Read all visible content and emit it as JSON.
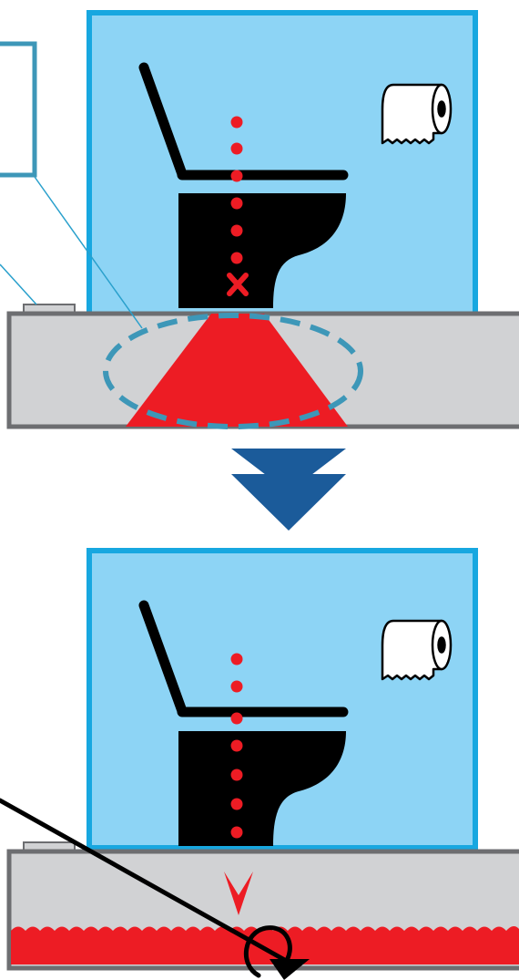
{
  "callout": {
    "lines": [
      "",
      "",
      ""
    ]
  },
  "colors": {
    "room": "#8dd4f5",
    "room_border": "#17a7e0",
    "floor": "#d1d2d4",
    "floor_border": "#6d6e71",
    "blockage": "#ed1c24",
    "arrow": "#1b5b9a",
    "callout_border": "#3d97b8",
    "fixture": "#000000",
    "flow_dots": "#ed1c24"
  },
  "panels": [
    {
      "id": "before",
      "state": "blocked",
      "icons": [
        "toilet-icon",
        "toilet-paper-icon",
        "blockage-x-icon"
      ]
    },
    {
      "id": "after",
      "state": "cleared",
      "icons": [
        "toilet-icon",
        "toilet-paper-icon",
        "flow-arrow-icon",
        "rotation-arrow-icon"
      ]
    }
  ]
}
